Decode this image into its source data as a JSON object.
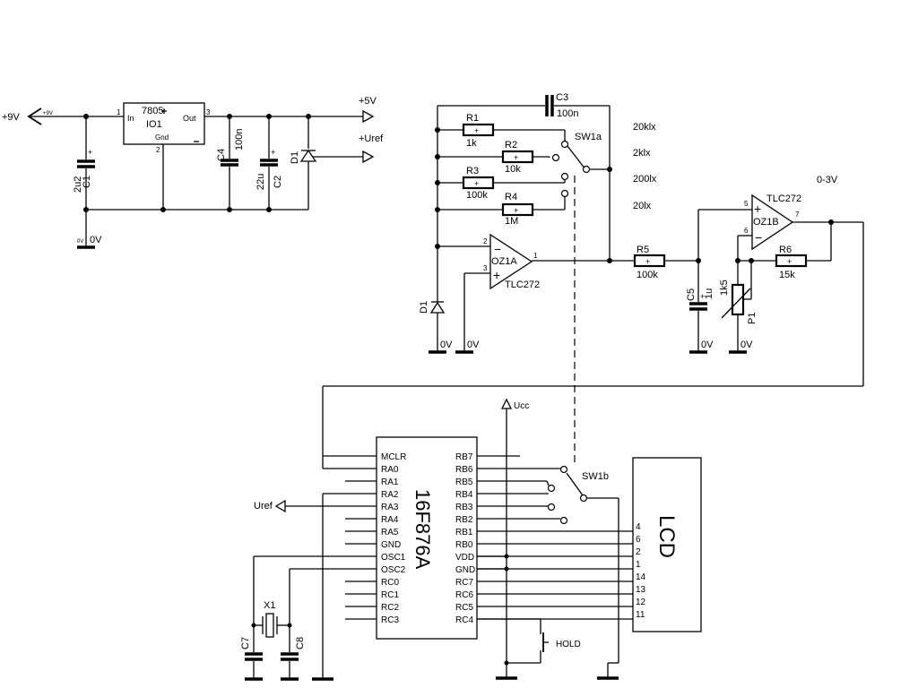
{
  "power": {
    "in_label": "+9V",
    "in_small": "+9V",
    "reg_name": "7805",
    "reg_ref": "IO1",
    "reg_in": "In",
    "reg_out": "Out",
    "reg_gnd": "Gnd",
    "reg_pin1": "1",
    "reg_pin2": "2",
    "reg_pin3": "3",
    "c1_ref": "C1",
    "c1_val": "2u2",
    "c4_ref": "C4",
    "c4_val": "100n",
    "c2_ref": "C2",
    "c2_val": "22u",
    "d1_ref": "D1",
    "out5v": "+5V",
    "uref": "+Uref",
    "gnd_label": "0V",
    "gnd_small": "0V"
  },
  "range": {
    "c3_ref": "C3",
    "c3_val": "100n",
    "r1_ref": "R1",
    "r1_val": "1k",
    "r2_ref": "R2",
    "r2_val": "10k",
    "r3_ref": "R3",
    "r3_val": "100k",
    "r4_ref": "R4",
    "r4_val": "1M",
    "sw_ref": "SW1a",
    "range1": "20klx",
    "range2": "2klx",
    "range3": "200lx",
    "range4": "20lx",
    "d1_ref": "D1",
    "op_ref": "OZ1A",
    "op_type": "TLC272",
    "op_pin1": "1",
    "op_pin2": "2",
    "op_pin3": "3",
    "gnd_label": "0V"
  },
  "filter": {
    "r5_ref": "R5",
    "r5_val": "100k",
    "c5_ref": "C5",
    "c5_val": "1u",
    "p1_ref": "P1",
    "p1_val": "1k5",
    "r6_ref": "R6",
    "r6_val": "15k",
    "op_ref": "OZ1B",
    "op_type": "TLC272",
    "op_pin5": "5",
    "op_pin6": "6",
    "op_pin7": "7",
    "out_range": "0-3V",
    "gnd_label": "0V"
  },
  "mcu": {
    "name": "16F876A",
    "ucc": "Ucc",
    "uref": "Uref",
    "left_pins": [
      "MCLR",
      "RA0",
      "RA1",
      "RA2",
      "RA3",
      "RA4",
      "RA5",
      "GND",
      "OSC1",
      "OSC2",
      "RC0",
      "RC1",
      "RC2",
      "RC3"
    ],
    "right_pins": [
      "RB7",
      "RB6",
      "RB5",
      "RB4",
      "RB3",
      "RB2",
      "RB1",
      "RB0",
      "VDD",
      "GND",
      "RC7",
      "RC6",
      "RC5",
      "RC4"
    ],
    "sw_ref": "SW1b",
    "x1_ref": "X1",
    "c7_ref": "C7",
    "c8_ref": "C8",
    "hold": "HOLD"
  },
  "lcd": {
    "label": "LCD",
    "pins": [
      "4",
      "6",
      "2",
      "1",
      "14",
      "13",
      "12",
      "11"
    ]
  }
}
